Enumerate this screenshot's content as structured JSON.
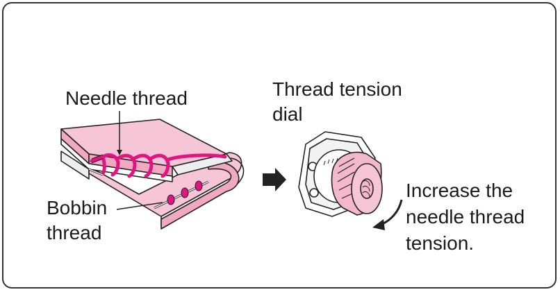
{
  "labels": {
    "needle_thread": "Needle thread",
    "bobbin_thread": "Bobbin\nthread",
    "dial": "Thread tension\ndial",
    "instruction": "Increase the\nneedle thread\ntension."
  },
  "colors": {
    "thread": "#e0157f",
    "fabric": "#f7c6d6",
    "fabric_edge": "#f0a9c1",
    "knob": "#f3b8cc",
    "outline": "#222222"
  },
  "icons": {
    "direction_arrow": "arrow-right-icon",
    "rotate_arrow": "curved-arrow-icon"
  }
}
